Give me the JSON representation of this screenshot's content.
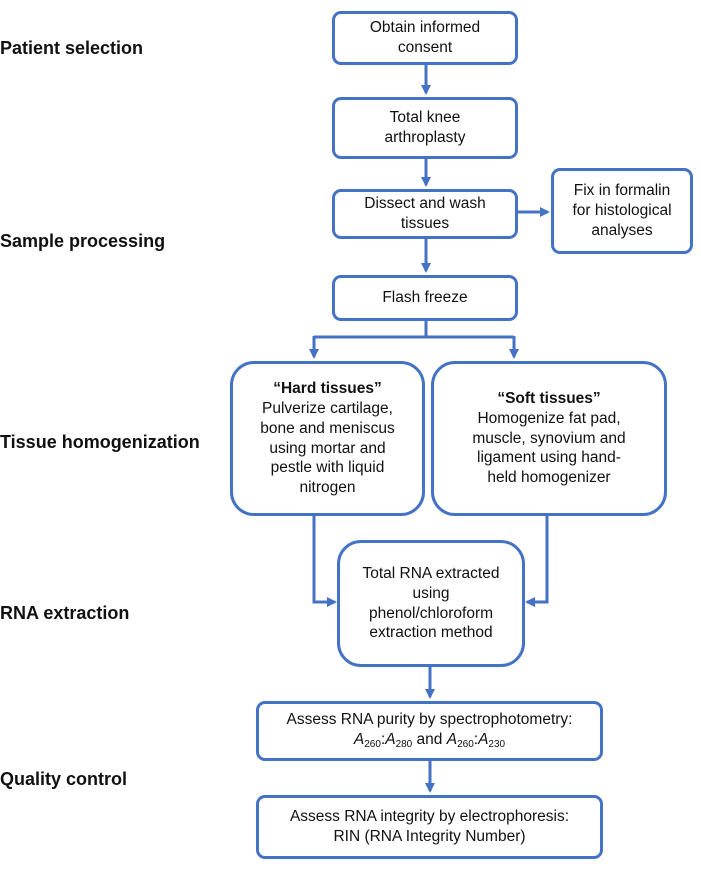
{
  "stages": {
    "patient_selection": "Patient selection",
    "sample_processing": "Sample processing",
    "tissue_homogenization": "Tissue homogenization",
    "rna_extraction": "RNA extraction",
    "quality_control": "Quality control"
  },
  "steps": {
    "consent": {
      "line1": "Obtain informed",
      "line2": "consent"
    },
    "arthroplasty": {
      "line1": "Total knee",
      "line2": "arthroplasty"
    },
    "dissect": {
      "line1": "Dissect and wash",
      "line2": "tissues"
    },
    "formalin": {
      "line1": "Fix in formalin",
      "line2": "for histological",
      "line3": "analyses"
    },
    "freeze": {
      "line1": "Flash freeze"
    },
    "hard": {
      "title": "“Hard tissues”",
      "line1": "Pulverize cartilage,",
      "line2": "bone and meniscus",
      "line3": "using mortar and",
      "line4": "pestle with liquid",
      "line5": "nitrogen"
    },
    "soft": {
      "title": "“Soft tissues”",
      "line1": "Homogenize fat pad,",
      "line2": "muscle, synovium and",
      "line3": "ligament using hand-",
      "line4": "held homogenizer"
    },
    "extract": {
      "line1": "Total RNA extracted",
      "line2": "using",
      "line3": "phenol/chloroform",
      "line4": "extraction method"
    },
    "purity": {
      "line1": "Assess RNA purity by spectrophotometry:",
      "a": "A",
      "s260": "260",
      "s280": "280",
      "s230": "230",
      "colon": ":",
      "and": " and "
    },
    "integrity": {
      "line1": "Assess RNA integrity by electrophoresis:",
      "line2": "RIN (RNA Integrity Number)"
    }
  },
  "colors": {
    "accent": "#4472c4"
  }
}
